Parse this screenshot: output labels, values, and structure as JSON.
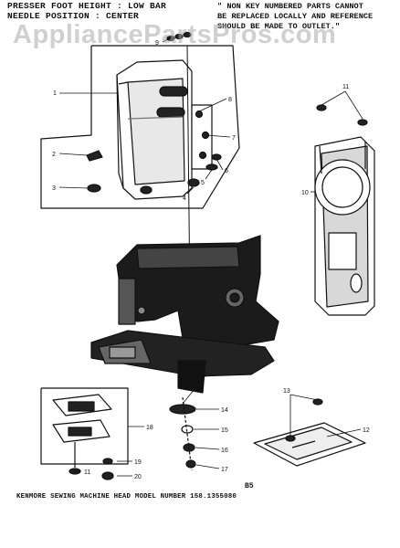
{
  "header": {
    "presser_foot": "PRESSER FOOT HEIGHT : LOW BAR",
    "needle_position": "NEEDLE POSITION : CENTER"
  },
  "note": {
    "line1": "\" NON KEY NUMBERED PARTS CANNOT",
    "line2": "BE REPLACED LOCALLY AND REFERENCE",
    "line3": "SHOULD BE MADE TO OUTLET.\""
  },
  "watermark": "AppliancePartsPros.com",
  "page_number": "B5",
  "footer": {
    "brand": "KENMORE",
    "text": "SEWING MACHINE HEAD",
    "model_label": "MODEL NUMBER",
    "model": "158.1355080"
  },
  "callouts": [
    "1",
    "2",
    "3",
    "4",
    "5",
    "6",
    "7",
    "8",
    "9",
    "10",
    "11",
    "12",
    "13",
    "14",
    "15",
    "16",
    "17",
    "18",
    "19",
    "20"
  ],
  "colors": {
    "ink": "#111111",
    "paper": "#ffffff",
    "watermark": "#aaaaaa"
  }
}
